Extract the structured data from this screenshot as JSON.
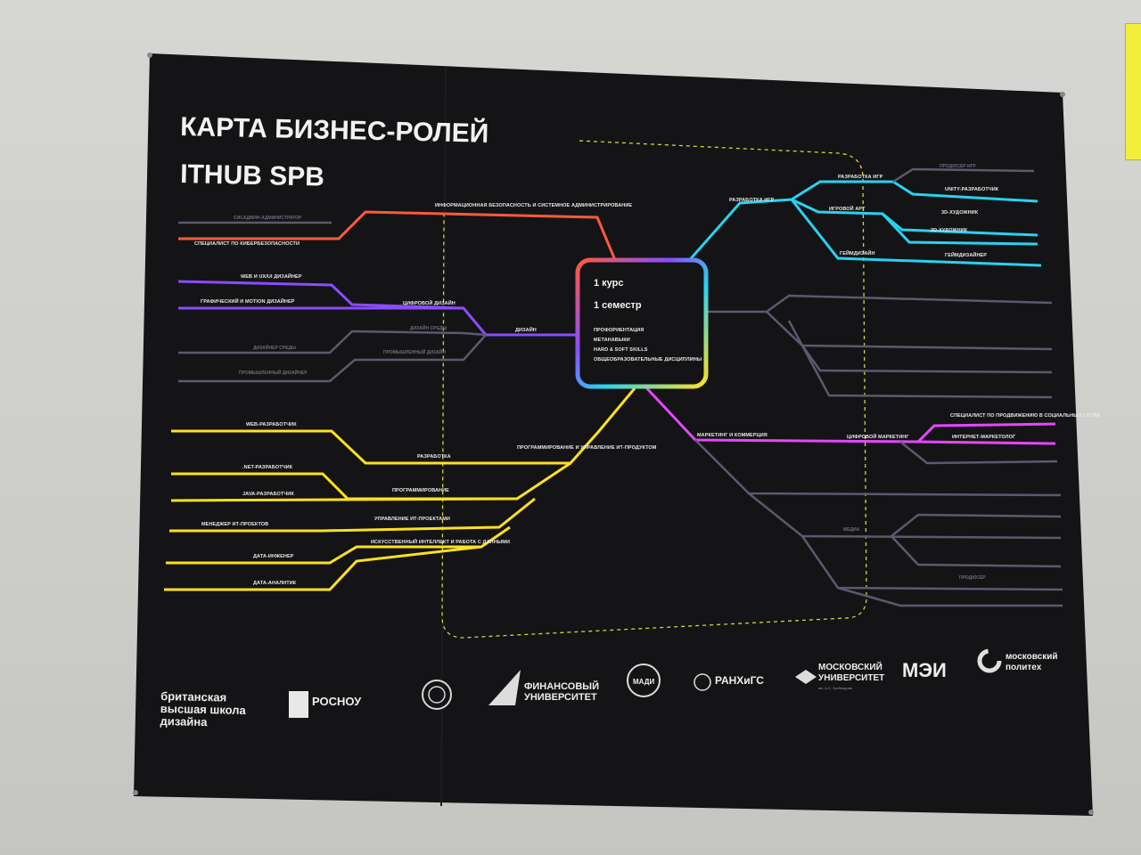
{
  "poster": {
    "title_line1": "КАРТА БИЗНЕС-РОЛЕЙ",
    "title_line2": "ITHUB SPB",
    "center": {
      "course": "1 курс",
      "semester": "1 семестр",
      "items": [
        "ПРОФОРИЕНТАЦИЯ",
        "МЕТАНАВЫКИ",
        "HARD & SOFT SKILLS",
        "ОБЩЕОБРАЗОВАТЕЛЬНЫЕ ДИСЦИПЛИНЫ"
      ]
    },
    "colors": {
      "background": "#141416",
      "red": "#ff5a3c",
      "violet": "#8a4cff",
      "grey": "#5a5a6e",
      "yellow": "#ffe11e",
      "cyan": "#28d2f0",
      "magenta": "#e646ff",
      "dashed": "#d8d040"
    },
    "left": {
      "infosec_branch": "ИНФОРМАЦИОННАЯ БЕЗОПАСНОСТЬ И СИСТЕМНОЕ АДМИНИСТРИРОВАНИЕ",
      "sysadmin": "СИСАДМИН-АДМИНИСТРАТОР",
      "cybersec": "СПЕЦИАЛИСТ ПО КИБЕРБЕЗОПАСНОСТИ",
      "web_ux": "WEB И UX/UI ДИЗАЙНЕР",
      "motion": "ГРАФИЧЕСКИЙ И MOTION ДИЗАЙНЕР",
      "digital_design": "ЦИФРОВОЙ ДИЗАЙН",
      "design": "ДИЗАЙН",
      "env_design": "ДИЗАЙН СРЕДЫ",
      "industrial_design": "ПРОМЫШЛЕННЫЙ ДИЗАЙН",
      "env_designer": "ДИЗАЙНЕР СРЕДЫ",
      "industrial_designer": "ПРОМЫШЛЕННЫЙ ДИЗАЙНЕР",
      "web_dev": "WEB-РАЗРАБОТЧИК",
      "development": "РАЗРАБОТКА",
      "programming_branch": "ПРОГРАММИРОВАНИЕ И УПРАВЛЕНИЕ ИТ-ПРОДУКТОМ",
      "net_dev": ".NET-РАЗРАБОТЧИК",
      "java_dev": "JAVA-РАЗРАБОТЧИК",
      "programming": "ПРОГРАММИРОВАНИЕ",
      "it_pm": "МЕНЕДЖЕР ИТ-ПРОЕКТОВ",
      "it_management": "УПРАВЛЕНИЕ ИТ-ПРОЕКТАМИ",
      "data_engineer": "ДАТА-ИНЖЕНЕР",
      "ai_data": "ИСКУССТВЕННЫЙ ИНТЕЛЛЕКТ И РАБОТА С ДАННЫМИ",
      "data_analyst": "ДАТА-АНАЛИТИК"
    },
    "right": {
      "game_dev": "РАЗРАБОТКА ИГР",
      "game_dev_sub": "РАЗРАБОТКА ИГР",
      "game_art": "ИГРОВОЙ АРТ",
      "game_design": "ГЕЙМДИЗАЙН",
      "game_producer": "ПРОДЮСЕР ИГР",
      "unity_dev": "UNITY-РАЗРАБОТЧИК",
      "art_3d": "3D-ХУДОЖНИК",
      "art_2d": "2D-ХУДОЖНИК",
      "game_designer": "ГЕЙМДИЗАЙНЕР",
      "marketing": "МАРКЕТИНГ И КОММЕРЦИЯ",
      "digital_marketing": "ЦИФРОВОЙ МАРКЕТИНГ",
      "smm": "СПЕЦИАЛИСТ ПО ПРОДВИЖЕНИЮ В СОЦИАЛЬНЫХ СЕТЯХ",
      "internet_marketer": "ИНТЕРНЕТ-МАРКЕТОЛОГ",
      "media": "МЕДИА",
      "producer": "ПРОДЮСЕР"
    },
    "logos": [
      {
        "name": "british-school",
        "lines": [
          "британская",
          "высшая школа",
          "дизайна"
        ]
      },
      {
        "name": "rosnou",
        "lines": [
          "РОСНОУ"
        ]
      },
      {
        "name": "emblem",
        "lines": []
      },
      {
        "name": "fin-university",
        "lines": [
          "ФИНАНСОВЫЙ",
          "УНИВЕРСИТЕТ"
        ]
      },
      {
        "name": "madi",
        "lines": [
          "МАДИ"
        ]
      },
      {
        "name": "ranepa",
        "lines": [
          "РАНХиГС"
        ]
      },
      {
        "name": "moscow-university",
        "lines": [
          "МОСКОВСКИЙ",
          "УНИВЕРСИТЕТ",
          "им. А.С. Грибоедова"
        ]
      },
      {
        "name": "mei",
        "lines": [
          "МЭИ"
        ]
      },
      {
        "name": "mospolytech",
        "lines": [
          "московский",
          "политех"
        ]
      }
    ]
  }
}
